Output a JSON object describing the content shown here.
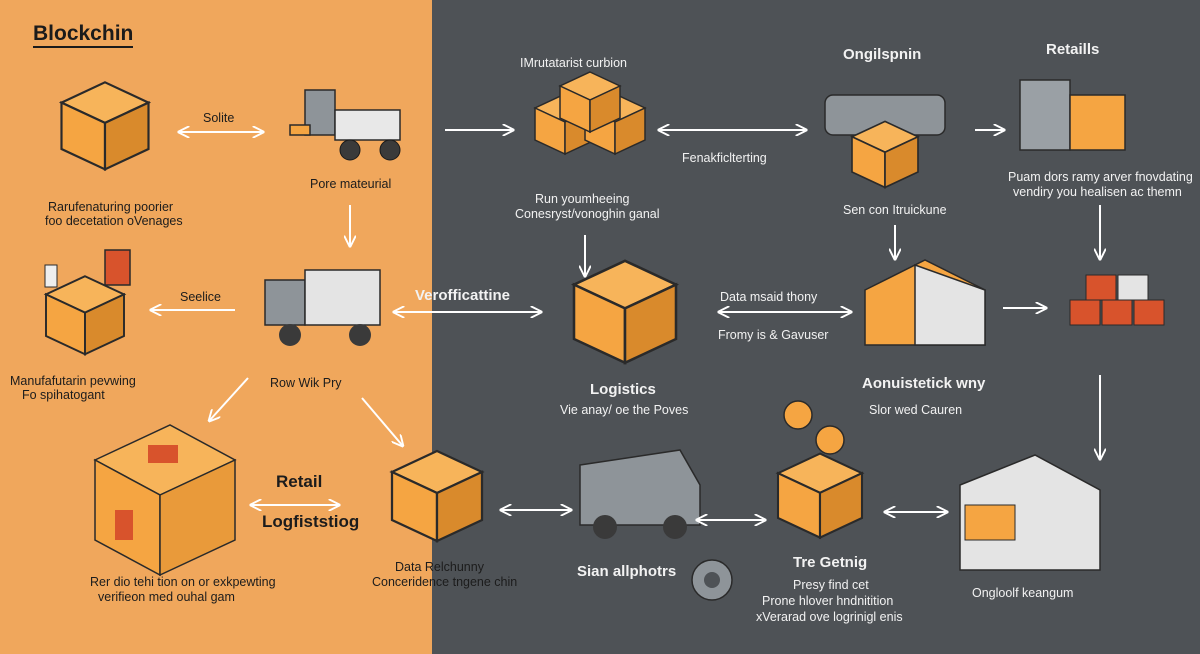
{
  "colors": {
    "left_panel": "#f0a75c",
    "right_panel": "#4e5256",
    "box_orange": "#f5a542",
    "box_dark": "#c97822",
    "arrow": "#ffffff",
    "red_accent": "#d8532c"
  },
  "title": "Blockchin",
  "labels": {
    "solite": "Solite",
    "pore_material": "Pore mateurial",
    "raru_line1": "Rarufenaturing poorier",
    "raru_line2": "foo decetation oVenages",
    "seelice": "Seelice",
    "row_wik": "Row Wik Pry",
    "manu_line1": "Manufafutarin pevwing",
    "manu_line2": "Fo spihatogant",
    "retail": "Retail",
    "logfiststiog": "Logfiststiog",
    "rer_line1": "Rer dio tehi tion on or exkpewting",
    "rer_line2": "verifieon med ouhal gam",
    "imutatarist": "IMrutatarist curbion",
    "run_line1": "Run youmheeing",
    "run_line2": "Conesryst/vonoghin ganal",
    "fenak": "Fenakficlterting",
    "ongilspnin": "Ongilspnin",
    "retaills": "Retaills",
    "puam_line1": "Puam dors ramy arver fnovdating",
    "puam_line2": "vendiry you healisen ac themn",
    "sen_con": "Sen con Itruickune",
    "verofi": "Verofficattine",
    "data_msaid": "Data msaid thony",
    "fromy": "Fromy is & Gavuser",
    "logistics": "Logistics",
    "vie_anay": "Vie anay/ oe the Poves",
    "aonuist": "Aonuistetick wny",
    "slor_wed": "Slor wed Cauren",
    "data_rel_line1": "Data Relchunny",
    "data_rel_line2": "Conceridence tngene chin",
    "sian": "Sian allphotrs",
    "tre_getnig": "Tre Getnig",
    "presy_line1": "Presy find cet",
    "presy_line2": "Prone hlover hndnitition",
    "presy_line3": "xVerarad ove logrinigl enis",
    "ongloolf": "Ongloolf keangum"
  },
  "icons": [
    "cardboard-box-icon",
    "forklift-icon",
    "cube-stack-icon",
    "machine-icon",
    "factory-icon",
    "bottle-crate-icon",
    "delivery-truck-icon",
    "logistics-box-icon",
    "warehouse-icon",
    "crate-pile-icon",
    "gear-icon",
    "location-pin-icon",
    "storefront-icon",
    "van-icon"
  ]
}
